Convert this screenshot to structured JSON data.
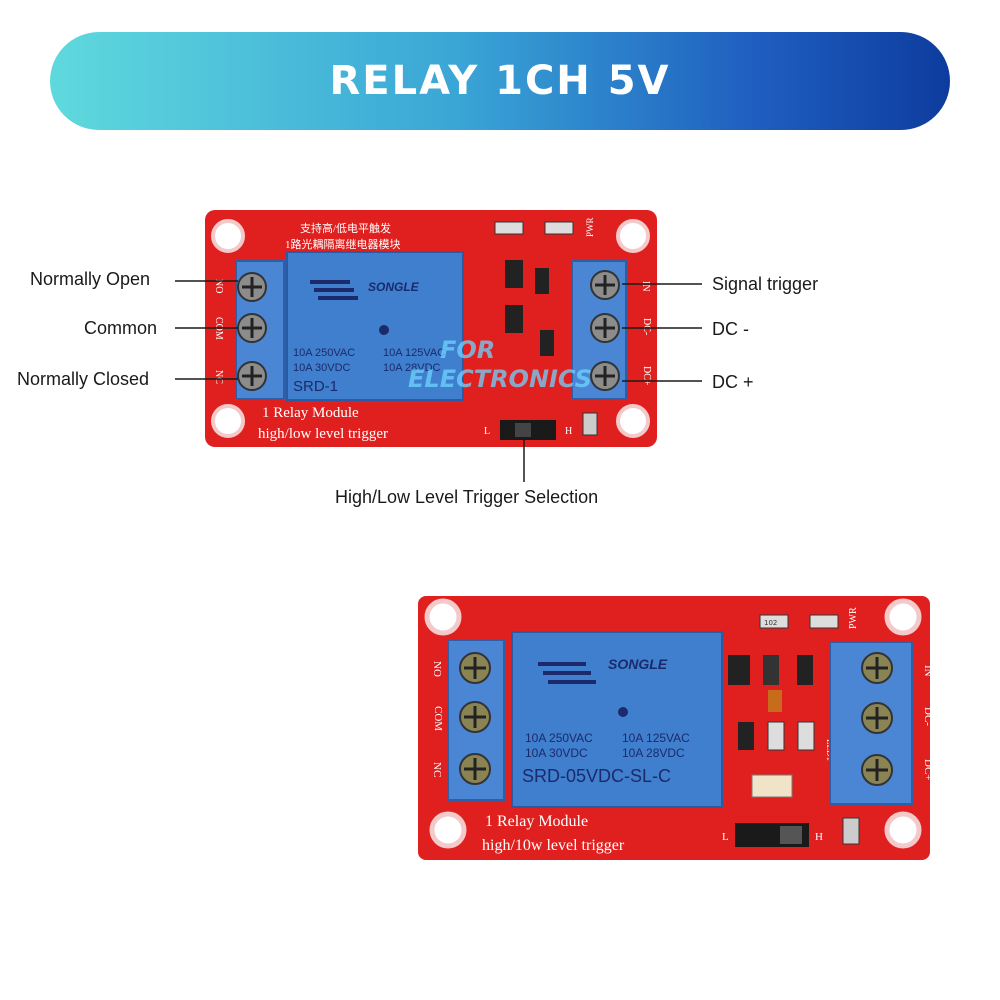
{
  "header": {
    "title": "RELAY 1CH 5V"
  },
  "diagram": {
    "left_labels": [
      "Normally Open",
      "Common",
      "Normally Closed"
    ],
    "right_labels": [
      "Signal trigger",
      "DC -",
      "DC +"
    ],
    "bottom_label": "High/Low Level Trigger Selection",
    "board_top_text": "1路光耦隔离继电器模块",
    "board_top_text2": "支持高/低电平触发",
    "module_line1": "1 Relay  Module",
    "module_line2": "high/low  level trigger",
    "relay_brand": "SONGLE",
    "relay_specs": [
      "10A 250VAC",
      "10A 30VDC",
      "10A 125VAC",
      "10A 28VDC"
    ],
    "relay_model": "SRD-1",
    "left_pins": [
      "NO",
      "COM",
      "NC"
    ],
    "right_pins": [
      "IN",
      "DC-",
      "DC+"
    ],
    "pwr_label": "PWR",
    "jumper_l": "L",
    "jumper_h": "H",
    "watermark": [
      "FOR",
      "ELECTRONICS"
    ]
  },
  "photo": {
    "module_line1": "1 Relay  Module",
    "module_line2": "high/10w  level trigger",
    "relay_brand": "SONGLE",
    "relay_specs": [
      "10A 250VAC",
      "10A 30VDC",
      "10A 125VAC",
      "10A 28VDC"
    ],
    "relay_model": "SRD-05VDC-SL-C",
    "left_pins": [
      "NO",
      "COM",
      "NC"
    ],
    "right_pins": [
      "IN",
      "DC-",
      "DC+"
    ],
    "pwr_label": "PWR",
    "led_label": "LED1",
    "jumper_l": "L",
    "jumper_h": "H",
    "smd_label": "102"
  },
  "colors": {
    "pcb": "#e0201f",
    "relay": "#3f7fcd",
    "terminal": "#4a86d4",
    "banner_start": "#5fd9dd",
    "banner_end": "#0d3c9e"
  }
}
